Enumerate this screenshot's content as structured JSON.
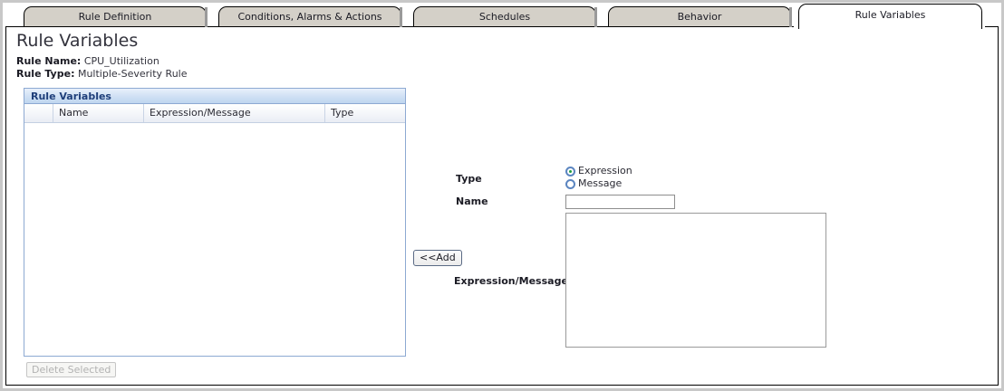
{
  "tabs": [
    {
      "label": "Rule Definition",
      "active": false
    },
    {
      "label": "Conditions, Alarms & Actions",
      "active": false
    },
    {
      "label": "Schedules",
      "active": false
    },
    {
      "label": "Behavior",
      "active": false
    },
    {
      "label": "Rule Variables",
      "active": true
    }
  ],
  "page": {
    "title": "Rule Variables",
    "rule_name_label": "Rule Name:",
    "rule_name_value": "CPU_Utilization",
    "rule_type_label": "Rule Type:",
    "rule_type_value": "Multiple-Severity Rule"
  },
  "grid": {
    "caption": "Rule Variables",
    "columns": [
      "",
      "Name",
      "Expression/Message",
      "Type"
    ],
    "rows": [],
    "delete_button_label": "Delete Selected",
    "delete_button_enabled": false
  },
  "form": {
    "add_button_label": "<<Add",
    "type_label": "Type",
    "type_options": [
      {
        "label": "Expression",
        "selected": true
      },
      {
        "label": "Message",
        "selected": false
      }
    ],
    "name_label": "Name",
    "name_value": "",
    "name_placeholder": "",
    "expression_label": "Expression/Message",
    "expression_value": "",
    "expression_placeholder": ""
  },
  "colors": {
    "panel_border": "#8da9d2",
    "caption_text": "#1f3f7a",
    "tab_inactive_bg": "#d4d0c8",
    "tab_active_bg": "#ffffff",
    "radio_ring": "#5b85c0",
    "radio_selected_dot": "#1f9f3d",
    "window_frame": "#c8c8c8"
  }
}
